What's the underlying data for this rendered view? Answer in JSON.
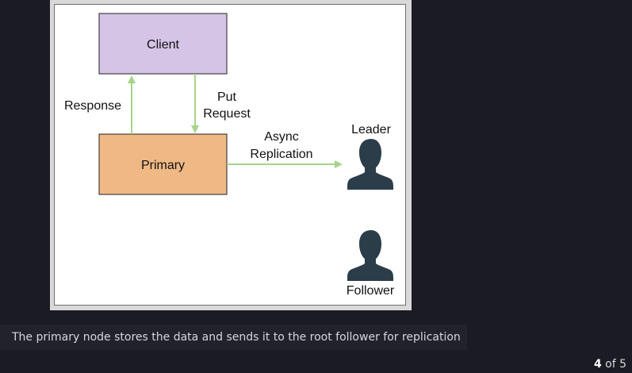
{
  "diagram": {
    "client_label": "Client",
    "primary_label": "Primary",
    "response_label": "Response",
    "put_request_line1": "Put",
    "put_request_line2": "Request",
    "async_line1": "Async",
    "async_line2": "Replication",
    "leader_label": "Leader",
    "follower_label": "Follower",
    "icons": [
      "user-icon",
      "user-icon"
    ],
    "colors": {
      "client_fill": "#d5c4e6",
      "primary_fill": "#efb885",
      "arrow": "#a7d38b",
      "person": "#2c3d4a"
    }
  },
  "caption": {
    "text": "The primary node stores the data and sends it to the root follower for replication"
  },
  "pager": {
    "current": "4",
    "of_total": "of 5"
  }
}
